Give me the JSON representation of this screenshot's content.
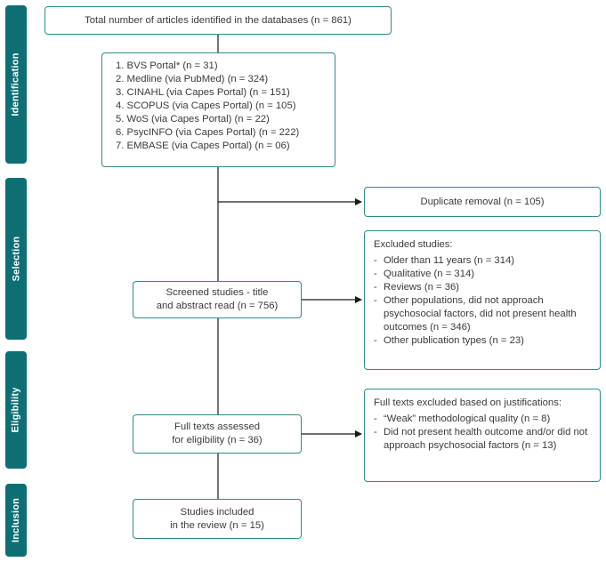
{
  "phases": {
    "identification": "Identification",
    "selection": "Selection",
    "eligibility": "Eligibility",
    "inclusion": "Inclusion"
  },
  "total_box": "Total number of articles identified in the databases (n = 861)",
  "databases": [
    "1. BVS Portal* (n = 31)",
    "2. Medline (via PubMed) (n = 324)",
    "3. CINAHL (via Capes Portal) (n = 151)",
    "4. SCOPUS (via Capes Portal) (n = 105)",
    "5. WoS (via Capes Portal) (n = 22)",
    "6. PsycINFO (via Capes Portal) (n = 222)",
    "7. EMBASE (via Capes Portal) (n = 06)"
  ],
  "duplicate_box": "Duplicate removal (n = 105)",
  "screened_box": {
    "line1": "Screened studies - title",
    "line2": "and abstract read (n = 756)"
  },
  "excluded_studies": {
    "title": "Excluded studies:",
    "items": [
      "Older than 11 years (n = 314)",
      "Qualitative (n = 314)",
      "Reviews (n = 36)",
      "Other populations, did not approach psychosocial factors, did not present health outcomes (n = 346)",
      "Other publication types (n = 23)"
    ]
  },
  "fulltext_box": {
    "line1": "Full texts assessed",
    "line2": "for eligibility (n = 36)"
  },
  "fulltext_excluded": {
    "title": "Full texts excluded based on justifications:",
    "items": [
      "“Weak” methodological quality (n = 8)",
      "Did not present health outcome and/or did not approach psychosocial factors (n = 13)"
    ]
  },
  "included_box": {
    "line1": "Studies included",
    "line2": "in the review (n = 15)"
  },
  "colors": {
    "phase_bg": "#0d6f74",
    "border": "#2f8a8c",
    "line": "#1a1a1a"
  }
}
